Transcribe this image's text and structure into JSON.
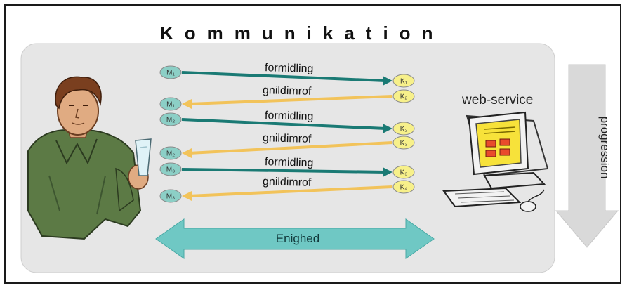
{
  "title": "Kommunikation",
  "service_label": "web-service",
  "progression_label": "progression",
  "bottom_arrow_label": "Enighed",
  "messages": [
    {
      "label": "formidling",
      "from": "M₁",
      "to": "K₁",
      "direction": "right",
      "color": "#1a7a74"
    },
    {
      "label": "gnildimrof",
      "from": "K₂",
      "to": "M₁",
      "direction": "left",
      "color": "#f2c35a"
    },
    {
      "label": "formidling",
      "from": "M₂",
      "to": "K₂",
      "direction": "right",
      "color": "#1a7a74"
    },
    {
      "label": "gnildimrof",
      "from": "K₃",
      "to": "M₂",
      "direction": "left",
      "color": "#f2c35a"
    },
    {
      "label": "formidling",
      "from": "M₃",
      "to": "K₃",
      "direction": "right",
      "color": "#1a7a74"
    },
    {
      "label": "gnildimrof",
      "from": "K₄",
      "to": "M₃",
      "direction": "left",
      "color": "#f2c35a"
    }
  ],
  "colors": {
    "panel": "#e6e6e6",
    "m_node": "#8ccfc6",
    "k_node": "#f7f08a",
    "right_arrow": "#1a7a74",
    "left_arrow": "#f2c35a",
    "bottom_arrow": "#6fc8c4",
    "progression_arrow": "#d9d9d9"
  }
}
